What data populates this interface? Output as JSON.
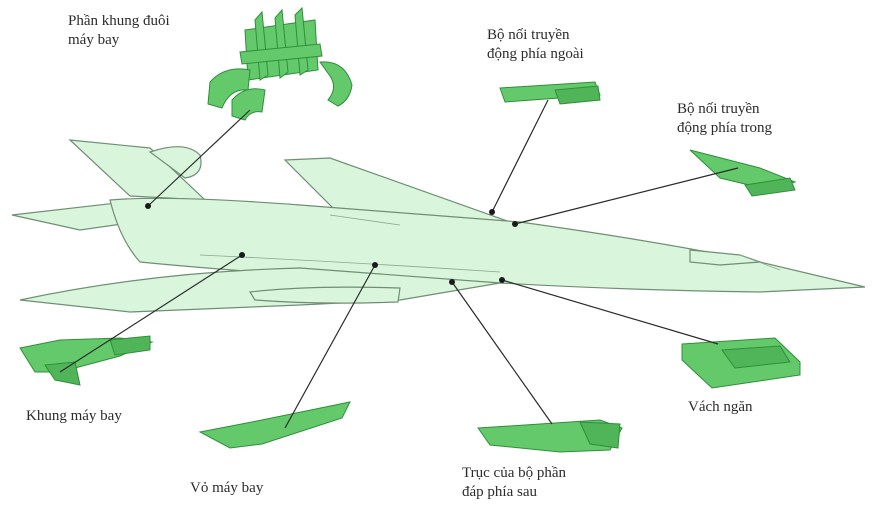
{
  "labels": {
    "tail_frame": [
      "Phần khung đuôi",
      "máy bay"
    ],
    "outer_connector": [
      "Bộ nối truyền",
      "động phía ngoài"
    ],
    "inner_connector": [
      "Bộ nối truyền",
      "động phía trong"
    ],
    "fuselage_frame": [
      "Khung máy bay"
    ],
    "aircraft_skin": [
      "Vỏ máy bay"
    ],
    "rear_flap_shaft": [
      "Trục của bộ phần",
      "đáp phía sau"
    ],
    "bulkhead": [
      "Vách ngăn"
    ]
  },
  "colors": {
    "aircraft_fill": "#d9f5dc",
    "aircraft_stroke": "#6f8f74",
    "part_fill": "#63c96a",
    "part_dark": "#2f8f3a",
    "leader_line": "#2b2b2b"
  }
}
